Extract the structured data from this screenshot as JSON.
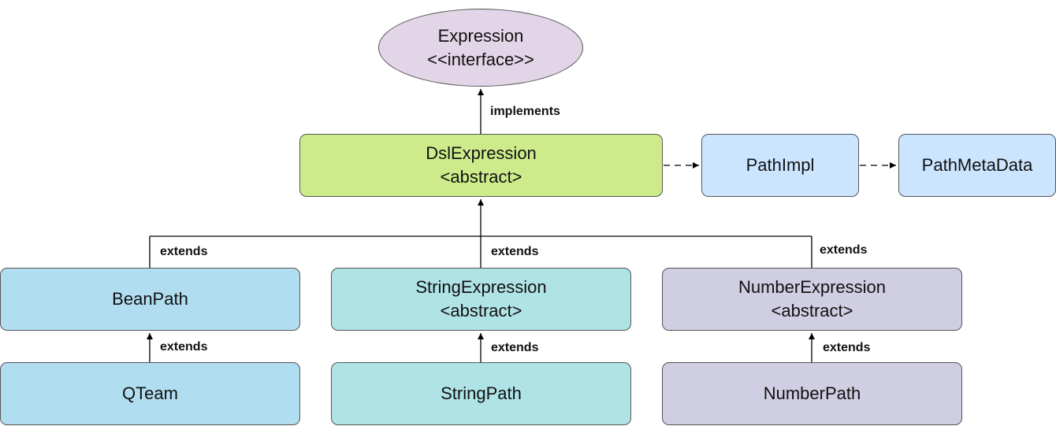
{
  "nodes": {
    "expression": {
      "name": "Expression",
      "stereo": "<<interface>>",
      "color": "#e1d5e7"
    },
    "dsl": {
      "name": "DslExpression",
      "stereo": "<abstract>",
      "color": "#cdeb8b"
    },
    "pathimpl": {
      "name": "PathImpl",
      "color": "#cce5ff"
    },
    "pathmeta": {
      "name": "PathMetaData",
      "color": "#cce5ff"
    },
    "beanpath": {
      "name": "BeanPath",
      "color": "#b1ddf0"
    },
    "stringexpr": {
      "name": "StringExpression",
      "stereo": "<abstract>",
      "color": "#b0e3e6"
    },
    "numberexpr": {
      "name": "NumberExpression",
      "stereo": "<abstract>",
      "color": "#d0cee2"
    },
    "qteam": {
      "name": "QTeam",
      "color": "#b1ddf0"
    },
    "stringpath": {
      "name": "StringPath",
      "color": "#b0e3e6"
    },
    "numberpath": {
      "name": "NumberPath",
      "color": "#d0cee2"
    }
  },
  "edges": {
    "implements": "implements",
    "extends_bean": "extends",
    "extends_string": "extends",
    "extends_number": "extends",
    "extends_qteam": "extends",
    "extends_stringpath": "extends",
    "extends_numberpath": "extends"
  }
}
